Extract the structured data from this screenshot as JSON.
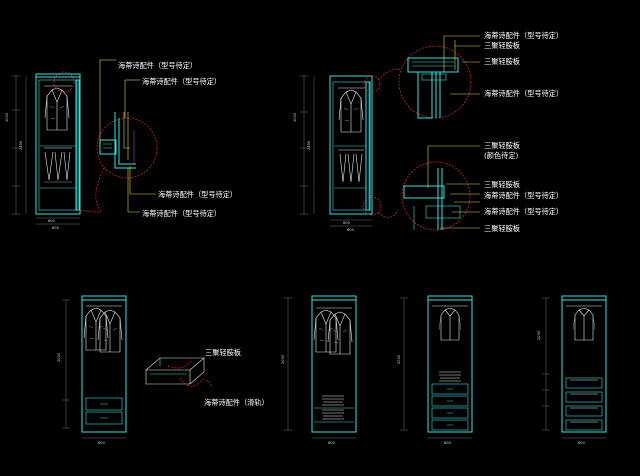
{
  "colors": {
    "background": "#000000",
    "cabinet_line": "#36e0e0",
    "garment_line": "#e8e8e8",
    "leader_line": "#e8d24a",
    "detail_circle": "#d83030",
    "label_text": "#ffffff"
  },
  "top_left": {
    "callouts": [
      "海蒂诗配件（型号待定）",
      "海蒂诗配件（型号待定）",
      "海蒂诗配件（型号待定）",
      "海蒂诗配件（型号待定）"
    ],
    "dims": [
      "600",
      "600"
    ]
  },
  "top_right": {
    "callouts_upper": [
      "海蒂诗配件（型号待定）",
      "三聚轻胺板",
      "三聚轻胺板",
      "海蒂诗配件（型号待定）"
    ],
    "callouts_lower": [
      "三聚轻胺板",
      "(颜色待定)",
      "三聚轻胺板",
      "海蒂诗配件（型号待定）",
      "海蒂诗配件（型号待定）",
      "三聚轻胺板"
    ],
    "dims": [
      "600",
      "600"
    ]
  },
  "bottom": {
    "drawer_label": "三聚轻胺板",
    "slide_label": "海蒂诗配件（滑轨）",
    "dims": [
      "600",
      "600",
      "600",
      "600"
    ]
  }
}
